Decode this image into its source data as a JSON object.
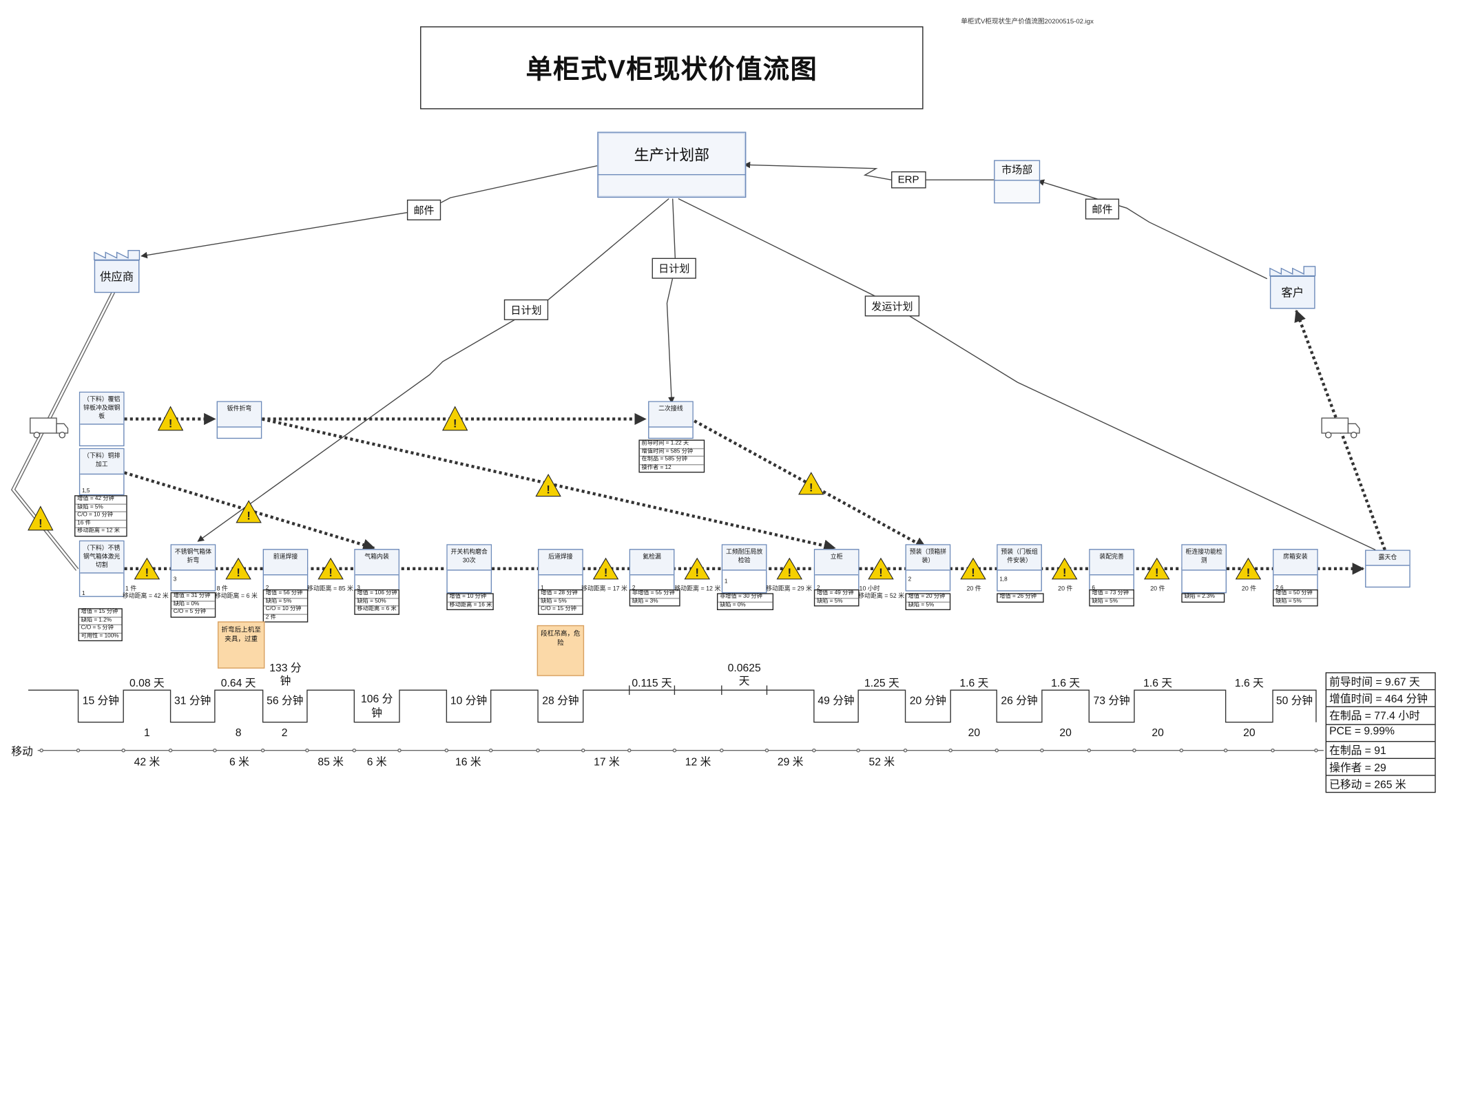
{
  "file_name": "单柜式V柜现状生产价值流图20200515-02.igx",
  "title": "单柜式V柜现状价值流图",
  "production_control": "生产计划部",
  "market_dept": "市场部",
  "supplier": "供应商",
  "customer": "客户",
  "info_labels": {
    "mail_left": "邮件",
    "mail_right": "邮件",
    "erp": "ERP",
    "daily_plan_1": "日计划",
    "daily_plan_2": "日计划",
    "shipping_plan": "发运计划"
  },
  "processes": [
    {
      "name": "（下料）覆铝锌板冲及碳钢板",
      "ops": ""
    },
    {
      "name": "（下料）铜排加工",
      "ops": "1,5"
    },
    {
      "name": "（下料）不锈钢气箱体激光切割",
      "ops": "1"
    },
    {
      "name": "钣件折弯",
      "ops": ""
    },
    {
      "name": "二次接线",
      "ops": ""
    },
    {
      "name": "不锈钢气箱体折弯",
      "ops": "3"
    },
    {
      "name": "前道焊接",
      "ops": "2"
    },
    {
      "name": "气箱内装",
      "ops": "3"
    },
    {
      "name": "开关机构磨合30次",
      "ops": ""
    },
    {
      "name": "后道焊接",
      "ops": "1"
    },
    {
      "name": "氦检漏",
      "ops": "2"
    },
    {
      "name": "工频耐压局放检验",
      "ops": "1"
    },
    {
      "name": "立柜",
      "ops": "2"
    },
    {
      "name": "预装（顶箱拼装）",
      "ops": "2"
    },
    {
      "name": "预装（门板组件安装）",
      "ops": "1,8"
    },
    {
      "name": "装配完善",
      "ops": "6"
    },
    {
      "name": "柜连接功能检测",
      "ops": ""
    },
    {
      "name": "房箱安装",
      "ops": "2,6"
    },
    {
      "name": "露天仓",
      "ops": ""
    }
  ],
  "data_boxes": {
    "bar": [
      "增值 = 42 分钟",
      "缺陷 = 5%",
      "C/O = 10 分钟",
      "16 件",
      "移动距离 = 12 米"
    ],
    "laser": [
      "增值 = 15 分钟",
      "缺陷 = 1.2%",
      "C/O = 5 分钟",
      "可用性 = 100%"
    ],
    "wiring": [
      "前导时间 = 1.22 天",
      "增值时间 = 585 分钟",
      "在制品 = 585 分钟",
      "操作者 = 12"
    ],
    "bend": [
      "增值 = 31 分钟",
      "缺陷 = 0%",
      "C/O = 5 分钟"
    ],
    "front_weld": [
      "增值 = 56 分钟",
      "缺陷 = 5%",
      "C/O = 10 分钟",
      "2 件"
    ],
    "gas_box": [
      "增值 = 106 分钟",
      "缺陷 = 50%",
      "移动距离 = 6 米"
    ],
    "switch": [
      "增值 = 10 分钟",
      "移动距离 = 16 米"
    ],
    "rear_weld": [
      "增值 = 28 分钟",
      "缺陷 = 5%",
      "C/O = 15 分钟"
    ],
    "helium": [
      "非增值 = 55 分钟",
      "缺陷 = 3%"
    ],
    "hipot": [
      "非增值 = 30 分钟",
      "缺陷 = 0%"
    ],
    "stand": [
      "增值 = 49 分钟",
      "缺陷 = 5%"
    ],
    "top_box": [
      "增值 = 20 分钟",
      "缺陷 = 5%"
    ],
    "door": [
      "增值 = 26 分钟"
    ],
    "complete": [
      "增值 = 73 分钟",
      "缺陷 = 5%"
    ],
    "func": [
      "缺陷 = 2.3%"
    ],
    "house": [
      "增值 = 50 分钟",
      "缺陷 = 5%"
    ]
  },
  "inventory_labels": {
    "i1": "1 件",
    "i1b": "移动距离 = 42 米",
    "i2": "8 件",
    "i2b": "移动距离 = 6 米",
    "i3": "移动距离 = 85 米",
    "i5": "移动距离 = 17 米",
    "i6": "移动距离 = 12 米",
    "i7": "移动距离 = 29 米",
    "i8": "10 小时",
    "i8b": "移动距离 = 52 米",
    "i9": "20 件",
    "i10": "20 件",
    "i11": "20 件",
    "i12": "20 件"
  },
  "notes": {
    "n1": "折弯后上机至夹具，过重",
    "n2": "段杠吊高，危险"
  },
  "timeline": {
    "lead_times": [
      "0.08 天",
      "0.64 天",
      "133 分钟",
      "0.115 天",
      "0.0625 天",
      "1.25 天",
      "1.6 天",
      "1.6 天",
      "1.6 天",
      "1.6 天"
    ],
    "process_times": [
      "15 分钟",
      "31 分钟",
      "56 分钟",
      "106 分钟",
      "10 分钟",
      "28 分钟",
      "49 分钟",
      "20 分钟",
      "26 分钟",
      "73 分钟",
      "50 分钟"
    ],
    "counts": [
      "1",
      "8",
      "2",
      "20",
      "20",
      "20",
      "20"
    ],
    "move_label": "移动",
    "distances": [
      "42 米",
      "6 米",
      "85 米",
      "6 米",
      "16 米",
      "17 米",
      "12 米",
      "29 米",
      "52 米"
    ]
  },
  "summary": [
    "前导时间 = 9.67 天",
    "增值时间 = 464 分钟",
    "在制品 = 77.4 小时",
    "PCE = 9.99%",
    "在制品 = 91",
    "操作者 = 29",
    "已移动 = 265 米"
  ],
  "colors": {
    "box_border": "#6a88b8",
    "warning": "#f5d000",
    "note": "#fbd9a8"
  }
}
